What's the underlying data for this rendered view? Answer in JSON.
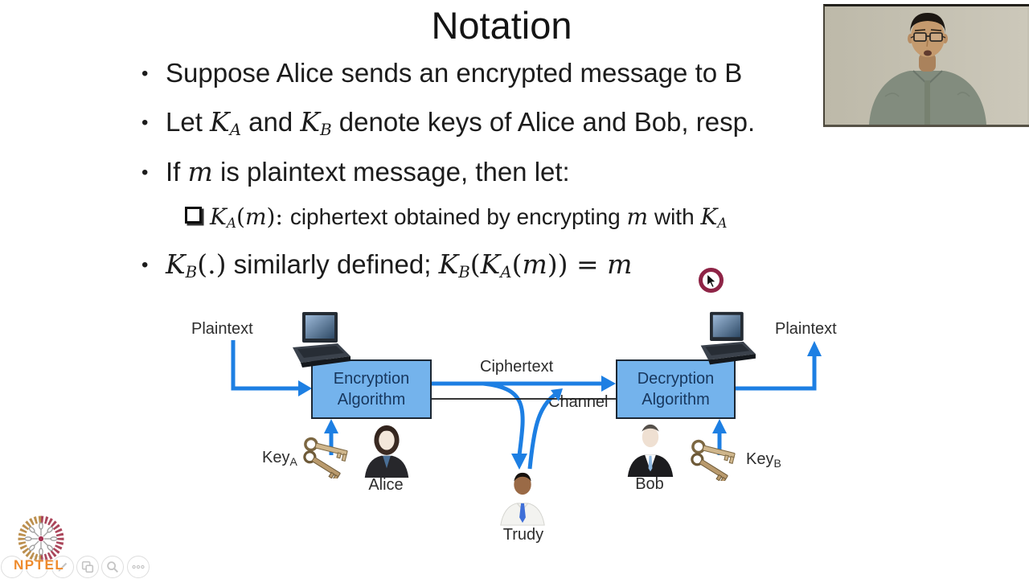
{
  "colors": {
    "accent": "#1d7fe3",
    "box_fill": "#74b3ec",
    "box_border": "#1c2733",
    "box_text": "#17375e",
    "cursor_ring": "#8e2446",
    "nptel_orange": "#ef8b2d",
    "logo_gold": "#b98a45",
    "logo_maroon": "#a63c52"
  },
  "slide": {
    "title": "Notation",
    "bullet_char": "•",
    "b1": "Suppose Alice sends an encrypted message to B",
    "b2": {
      "p0": "Let ",
      "v1": "K",
      "s1": "A",
      "p1": " and ",
      "v2": "K",
      "s2": "B",
      "p2": " denote keys of Alice and Bob, resp."
    },
    "b3": {
      "p0": "If ",
      "v1": "m",
      "p1": " is plaintext message, then let:"
    },
    "sub": {
      "icon": "hollow-square-bullet",
      "v1": "K",
      "s1": "A",
      "m0": "(",
      "v2": "m",
      "m1": "): ",
      "t0": "ciphertext obtained by encrypting ",
      "v3": "m",
      "t1": " with ",
      "v4": "K",
      "s4": "A"
    },
    "b4": {
      "v1": "K",
      "s1": "B",
      "m0": "(.)",
      "t0": " similarly defined; ",
      "v2": "K",
      "s2": "B",
      "m1": "(",
      "v3": "K",
      "s3": "A",
      "m2": "(",
      "v4": "m",
      "m3": "))",
      "t1": " = ",
      "v5": "m"
    }
  },
  "diagram": {
    "plaintext_left": "Plaintext",
    "plaintext_right": "Plaintext",
    "ciphertext": "Ciphertext",
    "channel": "Channel",
    "enc_line1": "Encryption",
    "enc_line2": "Algorithm",
    "dec_line1": "Decryption",
    "dec_line2": "Algorithm",
    "key_a_base": "Key",
    "key_a_sub": "A",
    "key_b_base": "Key",
    "key_b_sub": "B",
    "alice": "Alice",
    "bob": "Bob",
    "trudy": "Trudy"
  },
  "footer": {
    "brand": "NPTEL",
    "tools": [
      "hidden-button",
      "hidden-button",
      "pencil-annotate",
      "media-frames",
      "search-zoom",
      "more-options"
    ]
  }
}
